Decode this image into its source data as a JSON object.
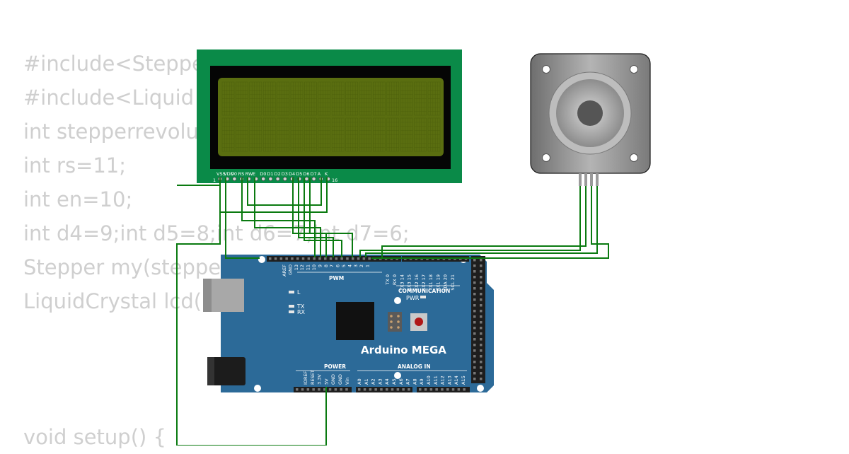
{
  "code_lines": [
    "#include<Steppe",
    "#include<Liquid",
    "int stepperrevolu",
    "int rs=11;",
    "int en=10;",
    "int d4=9;int d5=8;int d6=7;int d7=6;",
    "Stepper my(steppe",
    "LiquidCrystal lcd(",
    "",
    "",
    "",
    "void setup() {"
  ],
  "lcd": {
    "pins": [
      "VSS",
      "VDD",
      "V0",
      "RS",
      "RW",
      "E",
      "D0",
      "D1",
      "D2",
      "D3",
      "D4",
      "D5",
      "D6",
      "D7",
      "A",
      "K"
    ],
    "first_index": "1",
    "last_index": "16"
  },
  "board": {
    "name": "Arduino MEGA",
    "pwm_label": "PWM",
    "communication_label": "COMMUNICATION",
    "power_label": "POWER",
    "analog_label": "ANALOG IN",
    "pwr_led": "PWR",
    "led_l": "L",
    "led_tx": "TX",
    "led_rx": "RX",
    "top_pins": [
      "AREF",
      "GND",
      "13",
      "12",
      "11",
      "10",
      "9",
      "8",
      "7",
      "6",
      "5",
      "4",
      "3",
      "2",
      "1"
    ],
    "comm_pins": [
      "TX 0",
      "RX 0",
      "TX3 14",
      "RX3 15",
      "TX2 16",
      "RX2 17",
      "TX1 18",
      "RX1 19",
      "SDA 20",
      "SCL 21"
    ],
    "power_pins": [
      "IOREF",
      "RESET",
      "3.3V",
      "5V",
      "GND",
      "GND",
      "Vin"
    ],
    "analog_pins": [
      "A0",
      "A1",
      "A2",
      "A3",
      "A4",
      "A5",
      "A6",
      "A7",
      "A8",
      "A9",
      "A10",
      "A11",
      "A12",
      "A13",
      "A14",
      "A15"
    ]
  },
  "colors": {
    "wire": "#0a7a10",
    "board": "#2c6a98",
    "lcd_pcb": "#0a8a48",
    "lcd_screen": "#5a6e10",
    "code_text": "#cfcfcf"
  }
}
